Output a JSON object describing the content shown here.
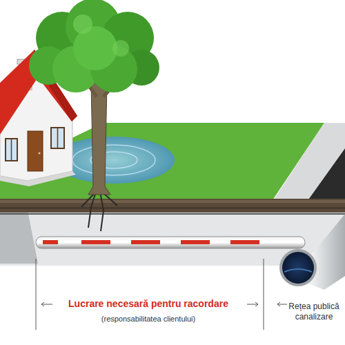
{
  "diagram": {
    "labels": [
      "Lucrare necesară pentru racordare",
      "(responsabilitatea clientului)",
      "Rețea publică canalizare"
    ]
  }
}
